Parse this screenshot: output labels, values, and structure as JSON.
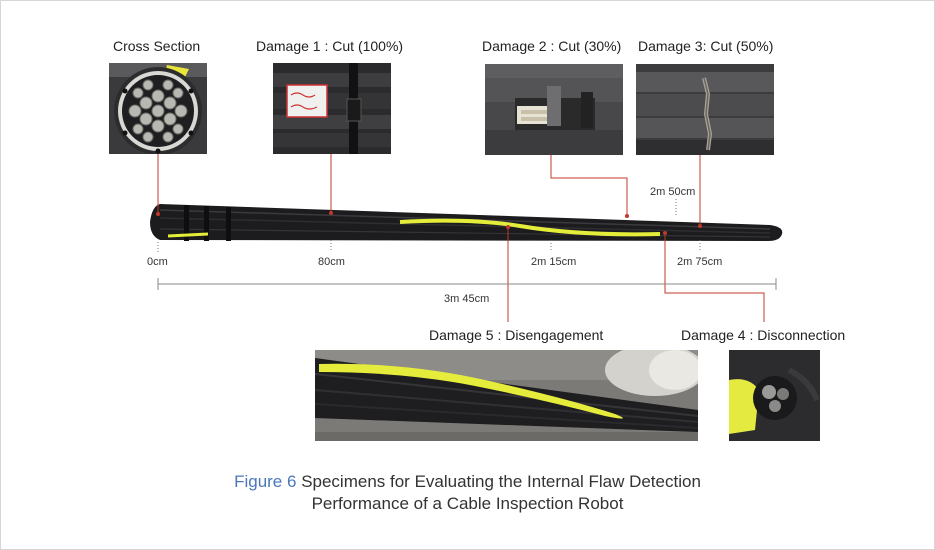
{
  "labels": {
    "cross_section": "Cross Section",
    "damage1": "Damage 1 : Cut (100%)",
    "damage2": "Damage 2 : Cut (30%)",
    "damage3": "Damage 3: Cut (50%)",
    "damage5": "Damage 5 : Disengagement",
    "damage4": "Damage 4 : Disconnection"
  },
  "measurements": {
    "m0": "0cm",
    "m80": "80cm",
    "m215": "2m 15cm",
    "m250": "2m 50cm",
    "m275": "2m 75cm",
    "total": "3m 45cm"
  },
  "caption": {
    "figure_number": "Figure 6",
    "line1": "Specimens for Evaluating the Internal Flaw Detection",
    "line2": "Performance of a Cable Inspection Robot"
  },
  "colors": {
    "leader_line": "#c0392b",
    "figure_label": "#4a78b8",
    "marker_tape": "#e4ee3a",
    "cable": "#1c1c1e"
  }
}
